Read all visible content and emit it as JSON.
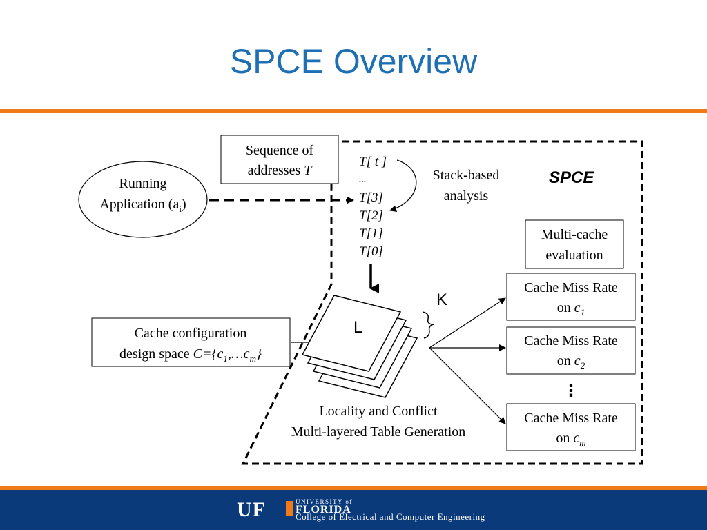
{
  "slide": {
    "title": "SPCE Overview"
  },
  "diagram": {
    "spce_label": "SPCE",
    "running_app": {
      "line1": "Running",
      "line2_prefix": "Application (a",
      "line2_sub": "i",
      "line2_suffix": ")"
    },
    "sequence": {
      "line1": "Sequence of",
      "line2_prefix": "addresses ",
      "line2_var": "T"
    },
    "stack_list": [
      "T[ t ]",
      "...",
      "T[3]",
      "T[2]",
      "T[1]",
      "T[0]"
    ],
    "stack_analysis": {
      "line1": "Stack-based",
      "line2": "analysis"
    },
    "multi_cache": {
      "line1": "Multi-cache",
      "line2": "evaluation"
    },
    "cache_config": {
      "line1": "Cache configuration",
      "line2_prefix": "design space ",
      "line2_expr": "C={c",
      "line2_sub1": "1",
      "line2_mid": ",…c",
      "line2_sub2": "m",
      "line2_end": "}"
    },
    "table_L": "L",
    "table_K": "K",
    "locality": {
      "line1": "Locality and Conflict",
      "line2": "Multi-layered Table Generation"
    },
    "miss_rates": [
      {
        "line1": "Cache Miss Rate",
        "line2_prefix": "on ",
        "var": "c",
        "sub": "1"
      },
      {
        "line1": "Cache Miss Rate",
        "line2_prefix": "on ",
        "var": "c",
        "sub": "2"
      },
      {
        "line1": "Cache Miss Rate",
        "line2_prefix": "on ",
        "var": "c",
        "sub": "m"
      }
    ],
    "ellipsis": "⋮"
  },
  "footer": {
    "uf": "UF",
    "university_of": "UNIVERSITY of",
    "florida": "FLORIDA",
    "college": "College of Electrical and Computer Engineering"
  },
  "colors": {
    "title": "#1f6fb4",
    "accent": "#f07a1a",
    "footer": "#0a3a7a"
  }
}
